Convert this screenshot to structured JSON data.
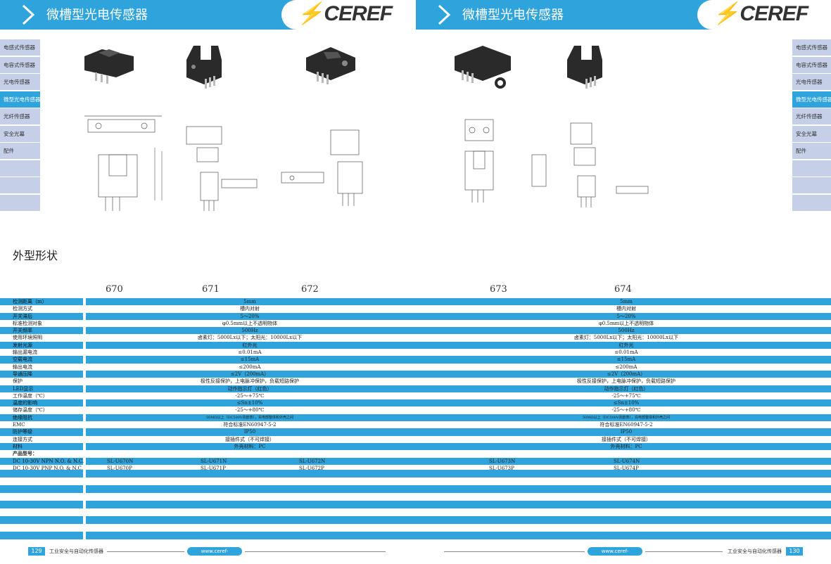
{
  "header": {
    "title": "微槽型光电传感器",
    "brand": "CEREF"
  },
  "sidebar": {
    "items": [
      "电感式传感器",
      "电容式传感器",
      "光电传感器",
      "微型光电传感器",
      "光纤传感器",
      "安全光幕",
      "配件",
      "",
      "",
      ""
    ],
    "active_index": 3
  },
  "section_title": "外型形状",
  "models": [
    "670",
    "671",
    "672",
    "673",
    "674"
  ],
  "specs": [
    {
      "label": "检测距离（m）",
      "v1": "5mm",
      "v2": "5mm",
      "band": "b"
    },
    {
      "label": "检测方式",
      "v1": "槽内对射",
      "v2": "槽内对射",
      "band": "w"
    },
    {
      "label": "开关滞后",
      "v1": "5～20%",
      "v2": "5～20%",
      "band": "b"
    },
    {
      "label": "标准检测对象",
      "v1": "φ0.5mm以上不透明物体",
      "v2": "φ0.5mm以上不透明物体",
      "band": "w"
    },
    {
      "label": "开关频率",
      "v1": "500Hz",
      "v2": "500Hz",
      "band": "b"
    },
    {
      "label": "使用环境照明",
      "v1": "卤素灯：5000Lx以下；太阳光：10000Lx以下",
      "v2": "卤素灯：5000Lx以下；太阳光：10000Lx以下",
      "band": "w"
    },
    {
      "label": "发射光源",
      "v1": "红外光",
      "v2": "红外光",
      "band": "b"
    },
    {
      "label": "输出漏电流",
      "v1": "≤0.01mA",
      "v2": "≤0.01mA",
      "band": "w"
    },
    {
      "label": "空载电流",
      "v1": "≤15mA",
      "v2": "≤15mA",
      "band": "b"
    },
    {
      "label": "输出电流",
      "v1": "≤200mA",
      "v2": "≤200mA",
      "band": "w"
    },
    {
      "label": "导通压降",
      "v1": "≤2V（200mA）",
      "v2": "≤2V（200mA）",
      "band": "b"
    },
    {
      "label": "保护",
      "v1": "极性反接保护，上电脉冲保护，负载短路保护",
      "v2": "极性反接保护，上电脉冲保护，负载短路保护",
      "band": "w"
    },
    {
      "label": "LED显示",
      "v1": "动作指示灯（红色）",
      "v2": "动作指示灯（红色）",
      "band": "b"
    },
    {
      "label": "工作温度（℃）",
      "v1": "-25～+75℃",
      "v2": "-25～+75℃",
      "band": "w"
    },
    {
      "label": "温度的影响",
      "v1": "≤Sn±10%",
      "v2": "≤Sn±10%",
      "band": "b"
    },
    {
      "label": "储存温度（℃）",
      "v1": "-25～+80℃",
      "v2": "-25～+80℃",
      "band": "w"
    },
    {
      "label": "绝缘阻抗",
      "v1": "50MΩ以上（DC500V兆欧表），充电部整体和外壳之间",
      "v2": "50MΩ以上（DC500V兆欧表），充电部整体和外壳之间",
      "band": "b",
      "tiny": true
    },
    {
      "label": "EMC",
      "v1": "符合标准EN60947-5-2",
      "v2": "符合标准EN60947-5-2",
      "band": "w"
    },
    {
      "label": "防护等级",
      "v1": "IP50",
      "v2": "IP50",
      "band": "b"
    },
    {
      "label": "连接方式",
      "v1": "接插件式（不可焊接）",
      "v2": "接插件式（不可焊接）",
      "band": "w"
    },
    {
      "label": "材料",
      "v1": "外壳材料：PC",
      "v2": "外壳材料：PC",
      "band": "b"
    }
  ],
  "product_header": "产品型号：",
  "part_rows": [
    {
      "label": "DC 10-30V NPN N.O. & N.C.",
      "parts": [
        "SL-U670N",
        "SL-U671N",
        "SL-U672N",
        "SL-U673N",
        "SL-U674N"
      ],
      "band": "b"
    },
    {
      "label": "DC 10-30V PNP N.O. & N.C.",
      "parts": [
        "SL-U670P",
        "SL-U671P",
        "SL-U672P",
        "SL-U673P",
        "SL-U674P"
      ],
      "band": "w"
    }
  ],
  "footer": {
    "left_page": "129",
    "right_page": "130",
    "slogan": "工业安全与自动化传感器",
    "url": "www.ceref-electric.com"
  },
  "colors": {
    "accent": "#2ea3dc",
    "sidebar": "#c5cfe8",
    "logo_green": "#3cb54a"
  }
}
